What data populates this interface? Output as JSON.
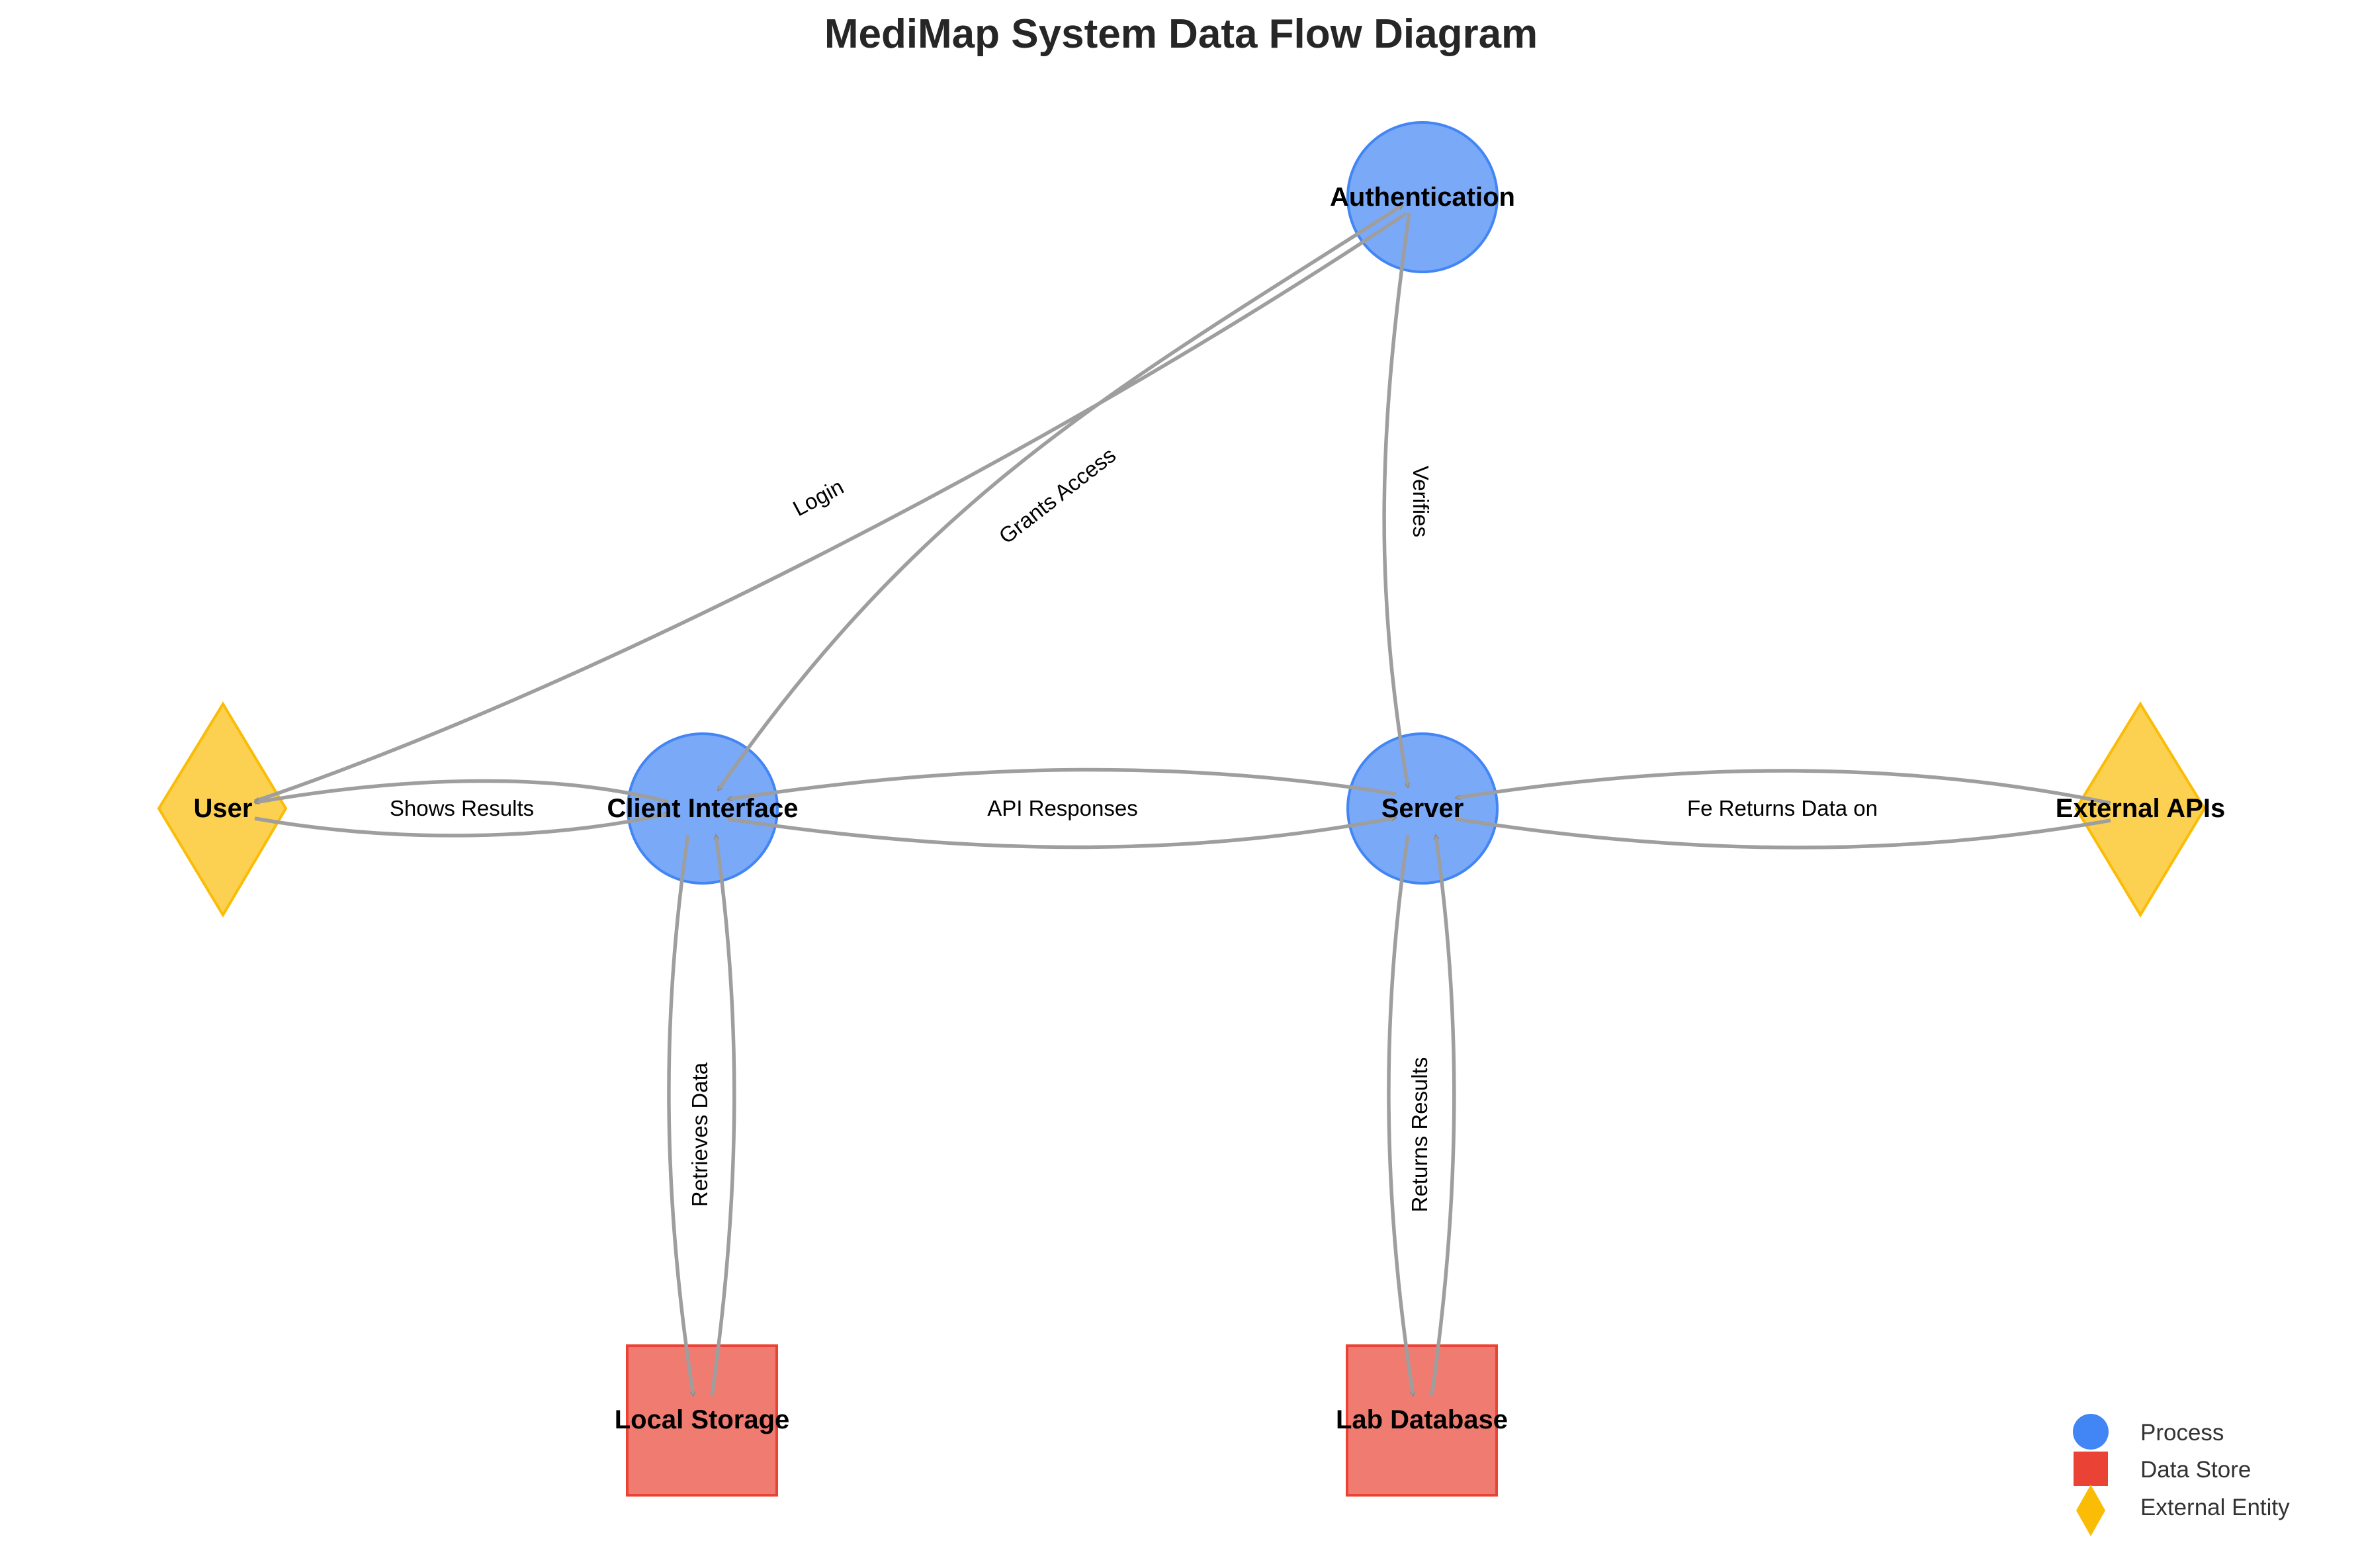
{
  "title": "MediMap System Data Flow Diagram",
  "colors": {
    "process": "#4285F4",
    "data_store": "#EA4335",
    "external_entity": "#FBBC05",
    "edge": "#9E9E9E"
  },
  "nodes": [
    {
      "id": "authentication",
      "label": "Authentication",
      "type": "process"
    },
    {
      "id": "user",
      "label": "User",
      "type": "external_entity"
    },
    {
      "id": "client",
      "label": "Client Interface",
      "type": "process"
    },
    {
      "id": "server",
      "label": "Server",
      "type": "process"
    },
    {
      "id": "external_apis",
      "label": "External APIs",
      "type": "external_entity"
    },
    {
      "id": "local_storage",
      "label": "Local Storage",
      "type": "data_store"
    },
    {
      "id": "lab_database",
      "label": "Lab Database",
      "type": "data_store"
    }
  ],
  "edges": [
    {
      "id": "login",
      "label": "Login"
    },
    {
      "id": "grants",
      "label": "Grants Access"
    },
    {
      "id": "verifies",
      "label": "Verifies"
    },
    {
      "id": "shows",
      "label": "Shows Results"
    },
    {
      "id": "api",
      "label": "API Responses"
    },
    {
      "id": "external",
      "label": "Fe Returns Data on"
    },
    {
      "id": "retrieves",
      "label": "Retrieves Data"
    },
    {
      "id": "returns",
      "label": "Returns Results"
    }
  ],
  "legend": {
    "process": "Process",
    "data_store": "Data Store",
    "external_entity": "External Entity"
  }
}
